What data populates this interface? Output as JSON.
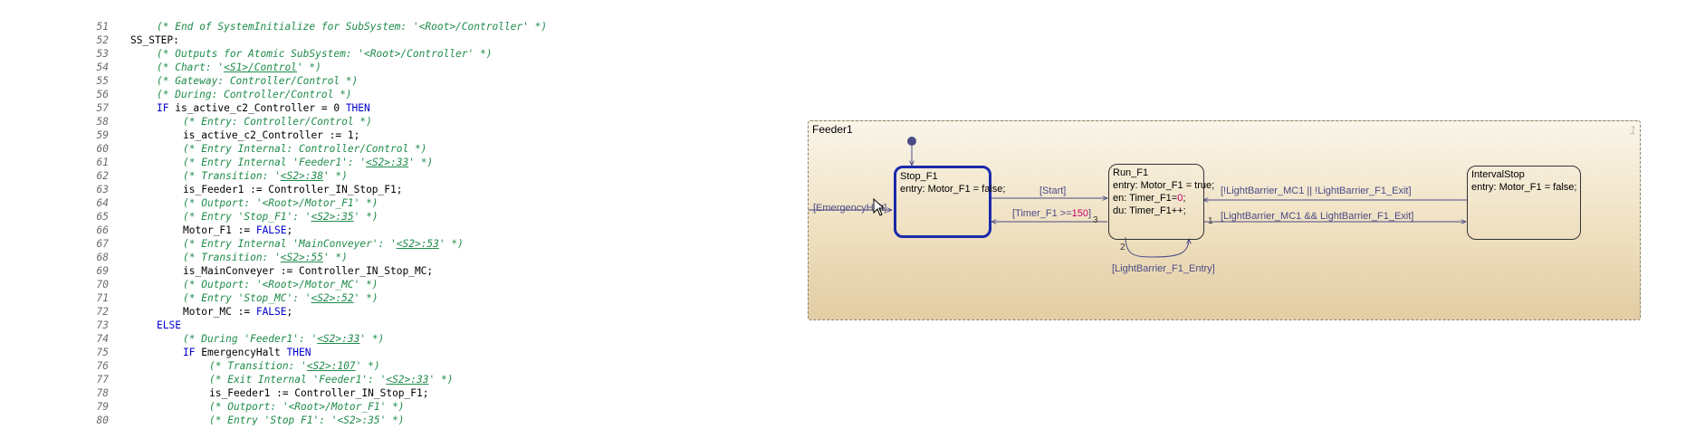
{
  "code": {
    "lines": [
      {
        "num": "51",
        "indent": 2,
        "parts": [
          {
            "c": "cm",
            "t": "(* End of SystemInitialize for SubSystem: '<Root>/Controller' *)"
          }
        ]
      },
      {
        "num": "52",
        "indent": 1,
        "parts": [
          {
            "c": "nm",
            "t": "SS_STEP:"
          }
        ]
      },
      {
        "num": "53",
        "indent": 2,
        "parts": [
          {
            "c": "cm",
            "t": "(* Outputs for Atomic SubSystem: '<Root>/Controller' *)"
          }
        ]
      },
      {
        "num": "54",
        "indent": 2,
        "parts": [
          {
            "c": "cm",
            "t": "(* Chart: '"
          },
          {
            "c": "lk",
            "t": "<S1>/Control"
          },
          {
            "c": "cm",
            "t": "' *)"
          }
        ]
      },
      {
        "num": "55",
        "indent": 2,
        "parts": [
          {
            "c": "cm",
            "t": "(* Gateway: Controller/Control *)"
          }
        ]
      },
      {
        "num": "56",
        "indent": 2,
        "parts": [
          {
            "c": "cm",
            "t": "(* During: Controller/Control *)"
          }
        ]
      },
      {
        "num": "57",
        "indent": 2,
        "parts": [
          {
            "c": "kw",
            "t": "IF"
          },
          {
            "c": "nm",
            "t": " is_active_c2_Controller = 0 "
          },
          {
            "c": "kw",
            "t": "THEN"
          }
        ]
      },
      {
        "num": "58",
        "indent": 3,
        "parts": [
          {
            "c": "cm",
            "t": "(* Entry: Controller/Control *)"
          }
        ]
      },
      {
        "num": "59",
        "indent": 3,
        "parts": [
          {
            "c": "nm",
            "t": "is_active_c2_Controller := 1;"
          }
        ]
      },
      {
        "num": "60",
        "indent": 3,
        "parts": [
          {
            "c": "cm",
            "t": "(* Entry Internal: Controller/Control *)"
          }
        ]
      },
      {
        "num": "61",
        "indent": 3,
        "parts": [
          {
            "c": "cm",
            "t": "(* Entry Internal 'Feeder1': '"
          },
          {
            "c": "lk",
            "t": "<S2>:33"
          },
          {
            "c": "cm",
            "t": "' *)"
          }
        ]
      },
      {
        "num": "62",
        "indent": 3,
        "parts": [
          {
            "c": "cm",
            "t": "(* Transition: '"
          },
          {
            "c": "lk",
            "t": "<S2>:38"
          },
          {
            "c": "cm",
            "t": "' *)"
          }
        ]
      },
      {
        "num": "63",
        "indent": 3,
        "parts": [
          {
            "c": "nm",
            "t": "is_Feeder1 := Controller_IN_Stop_F1;"
          }
        ]
      },
      {
        "num": "64",
        "indent": 3,
        "parts": [
          {
            "c": "cm",
            "t": "(* Outport: '<Root>/Motor_F1' *)"
          }
        ]
      },
      {
        "num": "65",
        "indent": 3,
        "parts": [
          {
            "c": "cm",
            "t": "(* Entry 'Stop_F1': '"
          },
          {
            "c": "lk",
            "t": "<S2>:35"
          },
          {
            "c": "cm",
            "t": "' *)"
          }
        ]
      },
      {
        "num": "66",
        "indent": 3,
        "parts": [
          {
            "c": "nm",
            "t": "Motor_F1 := "
          },
          {
            "c": "kw",
            "t": "FALSE"
          },
          {
            "c": "nm",
            "t": ";"
          }
        ]
      },
      {
        "num": "67",
        "indent": 3,
        "parts": [
          {
            "c": "cm",
            "t": "(* Entry Internal 'MainConveyer': '"
          },
          {
            "c": "lk",
            "t": "<S2>:53"
          },
          {
            "c": "cm",
            "t": "' *)"
          }
        ]
      },
      {
        "num": "68",
        "indent": 3,
        "parts": [
          {
            "c": "cm",
            "t": "(* Transition: '"
          },
          {
            "c": "lk",
            "t": "<S2>:55"
          },
          {
            "c": "cm",
            "t": "' *)"
          }
        ]
      },
      {
        "num": "69",
        "indent": 3,
        "parts": [
          {
            "c": "nm",
            "t": "is_MainConveyer := Controller_IN_Stop_MC;"
          }
        ]
      },
      {
        "num": "70",
        "indent": 3,
        "parts": [
          {
            "c": "cm",
            "t": "(* Outport: '<Root>/Motor_MC' *)"
          }
        ]
      },
      {
        "num": "71",
        "indent": 3,
        "parts": [
          {
            "c": "cm",
            "t": "(* Entry 'Stop_MC': '"
          },
          {
            "c": "lk",
            "t": "<S2>:52"
          },
          {
            "c": "cm",
            "t": "' *)"
          }
        ]
      },
      {
        "num": "72",
        "indent": 3,
        "parts": [
          {
            "c": "nm",
            "t": "Motor_MC := "
          },
          {
            "c": "kw",
            "t": "FALSE"
          },
          {
            "c": "nm",
            "t": ";"
          }
        ]
      },
      {
        "num": "73",
        "indent": 2,
        "parts": [
          {
            "c": "kw",
            "t": "ELSE"
          }
        ]
      },
      {
        "num": "74",
        "indent": 3,
        "parts": [
          {
            "c": "cm",
            "t": "(* During 'Feeder1': '"
          },
          {
            "c": "lk",
            "t": "<S2>:33"
          },
          {
            "c": "cm",
            "t": "' *)"
          }
        ]
      },
      {
        "num": "75",
        "indent": 3,
        "parts": [
          {
            "c": "kw",
            "t": "IF"
          },
          {
            "c": "nm",
            "t": " EmergencyHalt "
          },
          {
            "c": "kw",
            "t": "THEN"
          }
        ]
      },
      {
        "num": "76",
        "indent": 4,
        "parts": [
          {
            "c": "cm",
            "t": "(* Transition: '"
          },
          {
            "c": "lk",
            "t": "<S2>:107"
          },
          {
            "c": "cm",
            "t": "' *)"
          }
        ]
      },
      {
        "num": "77",
        "indent": 4,
        "parts": [
          {
            "c": "cm",
            "t": "(* Exit Internal 'Feeder1': '"
          },
          {
            "c": "lk",
            "t": "<S2>:33"
          },
          {
            "c": "cm",
            "t": "' *)"
          }
        ]
      },
      {
        "num": "78",
        "indent": 4,
        "parts": [
          {
            "c": "nm",
            "t": "is_Feeder1 := Controller_IN_Stop_F1;"
          }
        ]
      },
      {
        "num": "79",
        "indent": 4,
        "parts": [
          {
            "c": "cm",
            "t": "(* Outport: '<Root>/Motor_F1' *)"
          }
        ]
      },
      {
        "num": "80",
        "indent": 4,
        "parts": [
          {
            "c": "cm",
            "t": "(* Entry 'Stop_F1': '<S2>:35' *)"
          }
        ]
      }
    ]
  },
  "chart": {
    "title": "Feeder1",
    "corner_badge": "1",
    "states": {
      "stop_f1": {
        "name": "Stop_F1",
        "lines": [
          "entry: Motor_F1 = false;"
        ]
      },
      "run_f1": {
        "name": "Run_F1",
        "lines": [
          "entry: Motor_F1 = true;",
          "en: Timer_F1=",
          "du: Timer_F1++;"
        ],
        "reset_value": "0"
      },
      "interval_stop": {
        "name": "IntervalStop",
        "lines": [
          "entry: Motor_F1 = false;"
        ]
      }
    },
    "transitions": {
      "emergency": "[EmergencyHalt]",
      "start": "[Start]",
      "timer_prefix": "[Timer_F1 >=",
      "timer_value": "150",
      "timer_suffix": "]",
      "light_exit": "[!LightBarrier_MC1 || !LightBarrier_F1_Exit]",
      "light_and": "[LightBarrier_MC1 && LightBarrier_F1_Exit]",
      "light_entry": "[LightBarrier_F1_Entry]"
    },
    "numbers": {
      "n3": "3",
      "n2": "2",
      "n1": "1"
    },
    "colors": {
      "active_state": "#1a2aaa",
      "transition_text": "#4a4a86",
      "literal": "#c0006e"
    }
  }
}
